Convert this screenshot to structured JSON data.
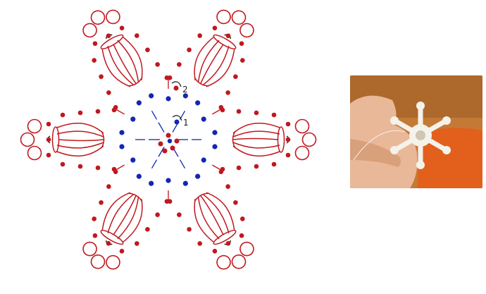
{
  "diagram": {
    "round_labels": [
      "1",
      "2"
    ],
    "colors": {
      "round1": "#1426b4",
      "round2": "#c0181e",
      "background": "#ffffff"
    },
    "petal_count": 6
  },
  "photo": {
    "subject": "photo-icon",
    "colors": {
      "background": "#c9772e",
      "fabric": "#e2601c",
      "hand": "#e9b898",
      "snowflake": "#f4f2ea"
    }
  }
}
